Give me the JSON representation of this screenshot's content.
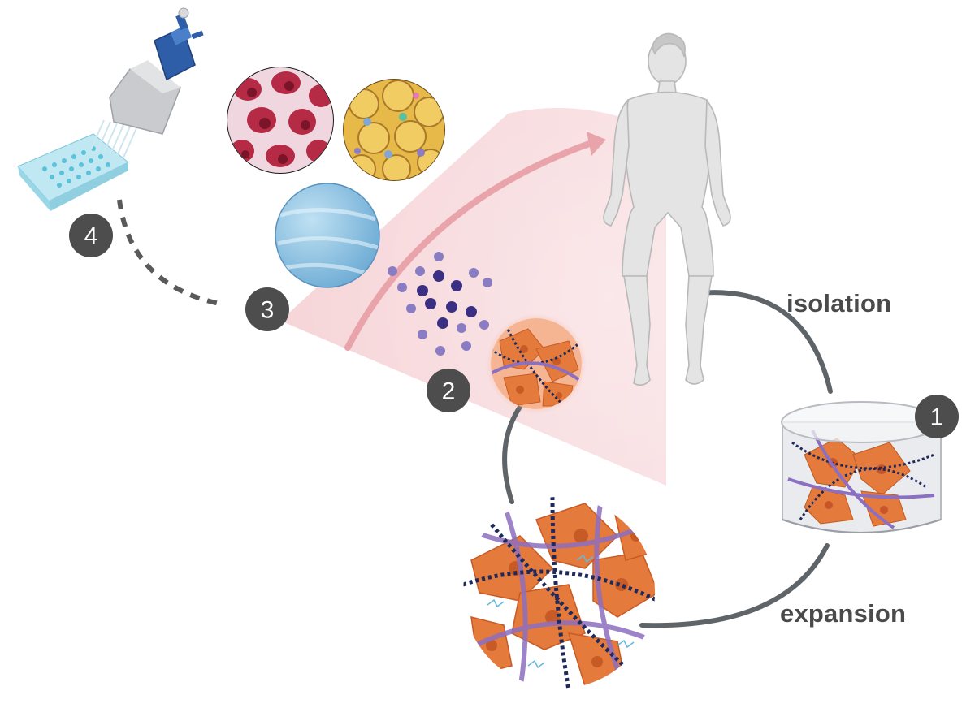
{
  "labels": {
    "isolation": "isolation",
    "expansion": "expansion"
  },
  "steps": [
    {
      "number": "1",
      "icon": "cell-scaffold-culture-icon"
    },
    {
      "number": "2",
      "icon": "extracellular-matrix-icon"
    },
    {
      "number": "3",
      "icon": "tissue-type-icons"
    },
    {
      "number": "4",
      "icon": "multichannel-pipette-icon"
    }
  ],
  "colors": {
    "badge": "#4d4d4d",
    "cycle_line": "#5f6468",
    "cell": "#e3793a",
    "fiber": "#8c6fc0",
    "fiber_dark": "#1f2a5c",
    "arrow": "#e8a0a8",
    "wedge": "#f3c9cd",
    "pipette": "#2f5ea8",
    "well_plate": "#7fd0e2",
    "body": "#e6e6e6"
  }
}
